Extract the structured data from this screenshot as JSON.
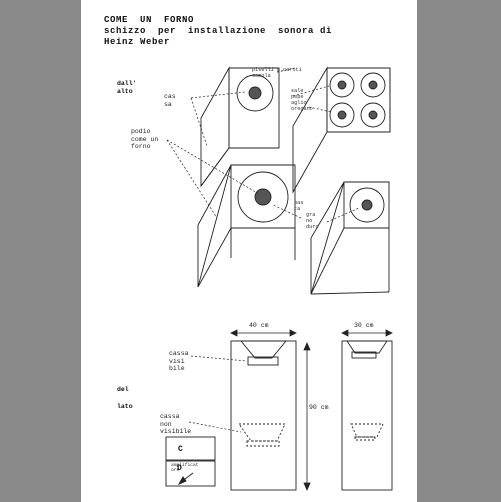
{
  "title": {
    "line1": "COME  UN  FORNO",
    "line2": "schizzo  per  installazione  sonora di",
    "line3": "Heinz Weber"
  },
  "top_view": {
    "dall_alto": "dall'\nalto",
    "cassa": "cas\nsa",
    "podio": "podio\ncome un\nforno",
    "piselli": "piselli e caroti\nsemola",
    "sale": "sale\npepe\naglio\noregano",
    "pasta": "pas\nta",
    "grano": "gra\nno\nduro"
  },
  "side_view": {
    "del_lato_1": "del",
    "del_lato_2": "lato",
    "dim_width_left": "40 cm",
    "dim_width_right": "30 cm",
    "dim_height": "90 cm",
    "cassa_visibile": "cassa\nvisi\nbile",
    "cassa_non_visibile": "cassa\nnon\nvisibile",
    "box_c": "C",
    "amplificatore": "amplificat\nore",
    "box_d": "D"
  }
}
